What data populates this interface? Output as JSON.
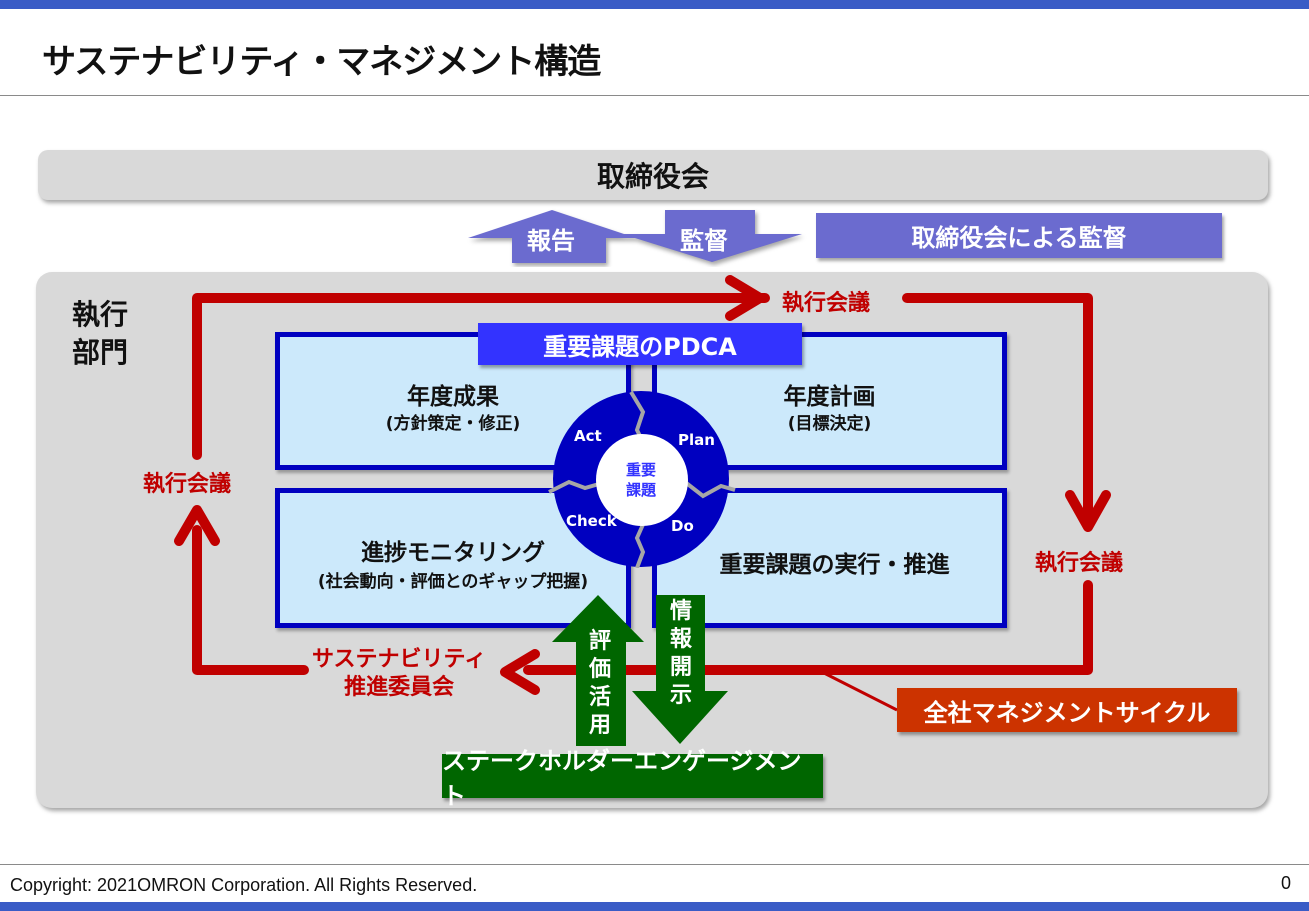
{
  "page": {
    "title": "サステナビリティ・マネジメント構造",
    "footer": "Copyright: 2021OMRON Corporation. All Rights Reserved.",
    "page_number": "0"
  },
  "board": {
    "label": "取締役会",
    "report_label": "報告",
    "supervise_label": "監督",
    "oversight_label": "取締役会による監督"
  },
  "execution": {
    "label_line1": "執行",
    "label_line2": "部門",
    "meeting_top": "執行会議",
    "meeting_left": "執行会議",
    "meeting_right": "執行会議",
    "committee_line1": "サステナビリティ",
    "committee_line2": "推進委員会",
    "cycle_label": "全社マネジメントサイクル"
  },
  "pdca": {
    "header": "重要課題のPDCA",
    "quadrants": {
      "act": {
        "title": "年度成果",
        "subtitle": "(方針策定・修正)"
      },
      "plan": {
        "title": "年度計画",
        "subtitle": "(目標決定)"
      },
      "check": {
        "title": "進捗モニタリング",
        "subtitle": "(社会動向・評価とのギャップ把握)"
      },
      "do": {
        "title": "重要課題の実行・推進"
      }
    },
    "wheel": {
      "act": "Act",
      "plan": "Plan",
      "check": "Check",
      "do": "Do",
      "center_line1": "重要",
      "center_line2": "課題"
    }
  },
  "stakeholder": {
    "up_arrow_chars": [
      "評",
      "価",
      "活",
      "用"
    ],
    "down_arrow_chars": [
      "情",
      "報",
      "開",
      "示"
    ],
    "label": "ステークホルダーエンゲージメント"
  },
  "colors": {
    "accent_bar": "#3a5cc6",
    "panel_gray": "#d9d9d9",
    "oversight_purple": "#6b6bcf",
    "pdca_blue": "#3333ff",
    "wheel_blue": "#0000c0",
    "quad_fill": "#cce9fb",
    "exec_red": "#c00000",
    "cycle_orange": "#cc3300",
    "stakeholder_green": "#006600"
  }
}
